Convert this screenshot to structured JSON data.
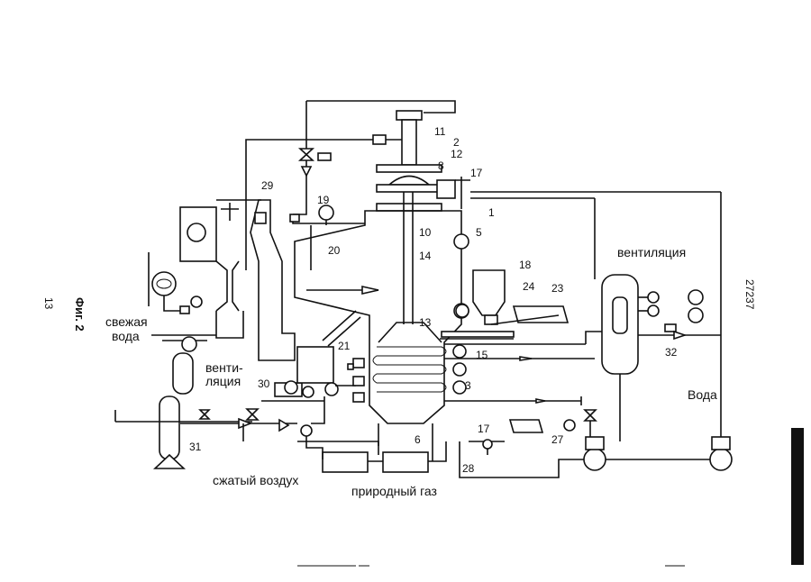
{
  "page": {
    "page_number": "13",
    "figure_label": "Фиг. 2",
    "doc_number": "27237"
  },
  "labels": {
    "fresh_water_1": "свежая",
    "fresh_water_2": "вода",
    "ventilation_left_1": "венти-",
    "ventilation_left_2": "ляция",
    "ventilation_right": "вентиляция",
    "water": "Вода",
    "compressed_air": "сжатый воздух",
    "natural_gas": "природный газ"
  },
  "numbers": {
    "n1": "1",
    "n2": "2",
    "n3": "3",
    "n5": "5",
    "n6": "6",
    "n8": "8",
    "n10": "10",
    "n11": "11",
    "n12": "12",
    "n13": "13",
    "n14": "14",
    "n15": "15",
    "n17a": "17",
    "n17b": "17",
    "n18": "18",
    "n19": "19",
    "n20": "20",
    "n21": "21",
    "n23": "23",
    "n24": "24",
    "n27": "27",
    "n28": "28",
    "n29": "29",
    "n30": "30",
    "n31": "31",
    "n32": "32"
  }
}
